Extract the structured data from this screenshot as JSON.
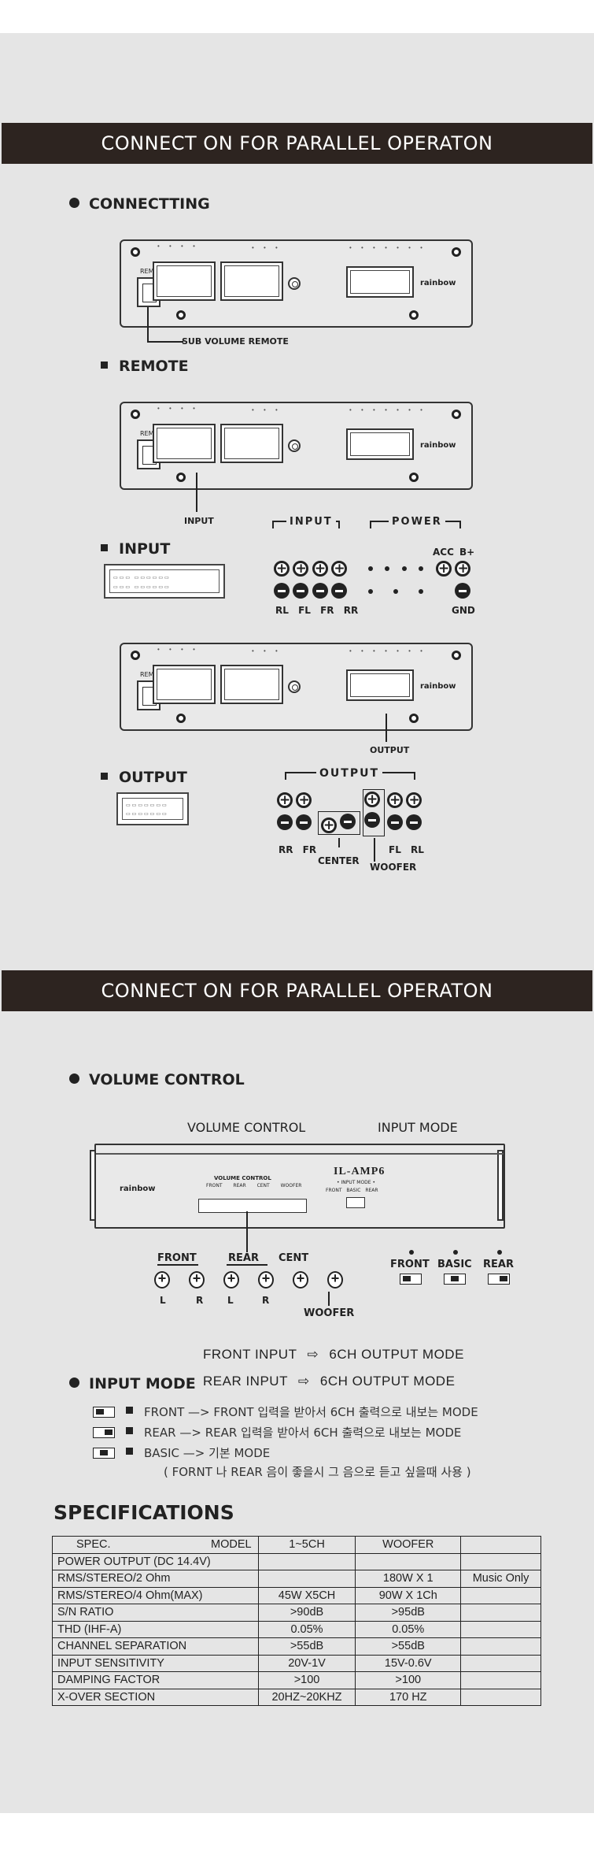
{
  "banner_title": "CONNECT ON FOR PARALLEL OPERATON",
  "banner_title_2": "CONNECT ON FOR PARALLEL OPERATON",
  "connecting": {
    "title": "CONNECTTING",
    "sub_volume_remote": "SUB VOLUME REMOTE"
  },
  "amp": {
    "rem_label": "REM",
    "brand": "rainbow",
    "input_label": "INPUT",
    "power_label": "POWER",
    "output_label": "OUTPUT",
    "gnd_label": "GND",
    "input_pins": "RL FL FR RR",
    "output_pins": "RR FR CE CE WO FL RL"
  },
  "remote": {
    "title": "REMOTE",
    "input_callout": "INPUT"
  },
  "input_section": {
    "title": "INPUT",
    "input_group": "INPUT",
    "power_group": "POWER",
    "acc": "ACC",
    "b_plus": "B+",
    "gnd": "GND",
    "channels": [
      "RL",
      "FL",
      "FR",
      "RR"
    ]
  },
  "output_callout": "OUTPUT",
  "output_section": {
    "title": "OUTPUT",
    "group": "OUTPUT",
    "channels_left": [
      "RR",
      "FR"
    ],
    "center": "CENTER",
    "woofer": "WOOFER",
    "channels_right": [
      "FL",
      "RL"
    ]
  },
  "volume": {
    "title": "VOLUME CONTROL",
    "heading_left": "VOLUME CONTROL",
    "heading_right": "INPUT MODE",
    "model": "IL-AMP6",
    "input_mode_small": "• INPUT MODE •",
    "mode_small": [
      "FRONT",
      "BASIC",
      "REAR"
    ],
    "vc_small": "VOLUME CONTROL",
    "vc_small_labels": [
      "FRONT",
      "REAR",
      "CENT",
      "WOOFER"
    ],
    "front": "FRONT",
    "rear": "REAR",
    "cent": "CENT",
    "woofer": "WOOFER",
    "l": "L",
    "r": "R",
    "mode_front": "FRONT",
    "mode_basic": "BASIC",
    "mode_rear": "REAR"
  },
  "input_mode": {
    "title": "INPUT MODE",
    "line1_a": "FRONT  INPUT",
    "line1_b": "6CH OUTPUT  MODE",
    "line2_a": "REAR  INPUT",
    "line2_b": "6CH OUTPUT  MODE",
    "items": [
      "FRONT  —> FRONT 입력을 받아서 6CH 출력으로 내보는 MODE",
      "REAR   —> REAR 입력을 받아서 6CH 출력으로 내보는 MODE",
      "BASIC  —> 기본 MODE"
    ],
    "note": "( FORNT 나 REAR 음이 좋을시 그 음으로 듣고 싶을때 사용 )"
  },
  "specs": {
    "title": "SPECIFICATIONS",
    "header": [
      "SPEC.",
      "MODEL",
      "1~5CH",
      "WOOFER",
      ""
    ],
    "rows": [
      [
        "POWER OUTPUT (DC 14.4V)",
        "",
        "",
        ""
      ],
      [
        "RMS/STEREO/2 Ohm",
        "",
        "180W X 1",
        "Music Only"
      ],
      [
        "RMS/STEREO/4 Ohm(MAX)",
        "45W X5CH",
        "90W X 1Ch",
        ""
      ],
      [
        "S/N RATIO",
        ">90dB",
        ">95dB",
        ""
      ],
      [
        "THD (IHF-A)",
        "0.05%",
        "0.05%",
        ""
      ],
      [
        "CHANNEL SEPARATION",
        ">55dB",
        ">55dB",
        ""
      ],
      [
        "INPUT SENSITIVITY",
        "20V-1V",
        "15V-0.6V",
        ""
      ],
      [
        "DAMPING FACTOR",
        ">100",
        ">100",
        ""
      ],
      [
        "X-OVER SECTION",
        "20HZ~20KHZ",
        "170 HZ",
        ""
      ]
    ]
  }
}
